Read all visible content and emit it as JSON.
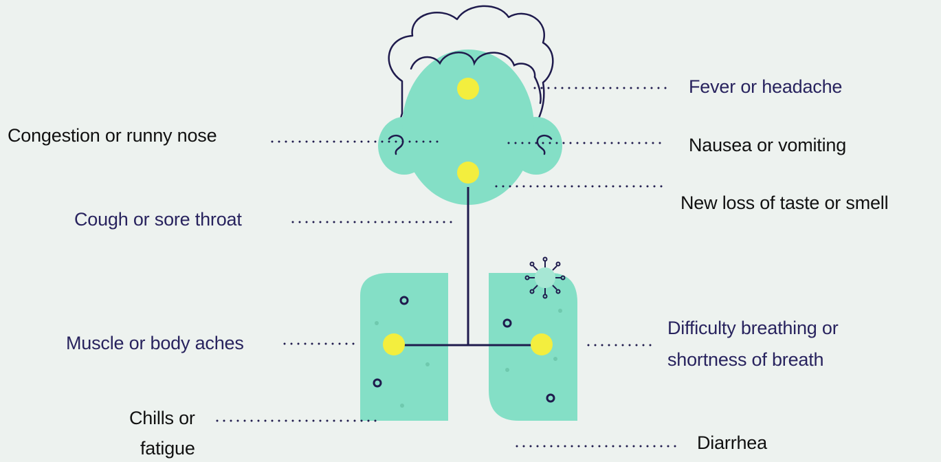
{
  "symptoms": {
    "fever": "Fever or headache",
    "congestion": "Congestion or runny nose",
    "nausea": "Nausea or vomiting",
    "taste": "New loss of taste or smell",
    "cough": "Cough or sore throat",
    "muscle": "Muscle or body aches",
    "breathing_line1": "Difficulty breathing or",
    "breathing_line2": "shortness of breath",
    "chills_line1": "Chills or",
    "chills_line2": "fatigue",
    "diarrhea": "Diarrhea"
  },
  "colors": {
    "background": "#edf2ef",
    "organ": "#84dfc6",
    "marker": "#f3ee3e",
    "outline": "#1f1b4d"
  }
}
